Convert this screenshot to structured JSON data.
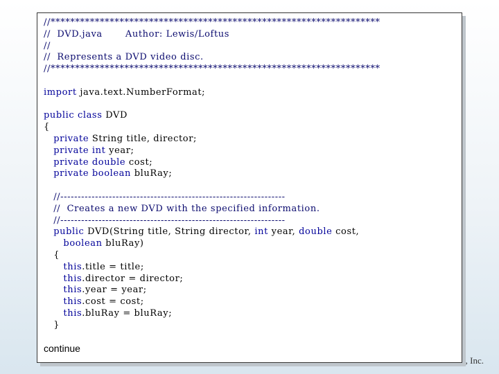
{
  "code_lines": [
    [
      {
        "t": "//*******************************************************************",
        "c": "cm"
      }
    ],
    [
      {
        "t": "//  DVD.java       Author: Lewis/Loftus",
        "c": "cm"
      }
    ],
    [
      {
        "t": "//",
        "c": "cm"
      }
    ],
    [
      {
        "t": "//  Represents a DVD video disc.",
        "c": "cm"
      }
    ],
    [
      {
        "t": "//*******************************************************************",
        "c": "cm"
      }
    ],
    [],
    [
      {
        "t": "import",
        "c": "kw"
      },
      {
        "t": " java.text.NumberFormat;",
        "c": ""
      }
    ],
    [],
    [
      {
        "t": "public class",
        "c": "kw"
      },
      {
        "t": " DVD",
        "c": ""
      }
    ],
    [
      {
        "t": "{",
        "c": ""
      }
    ],
    [
      {
        "t": "   ",
        "c": ""
      },
      {
        "t": "private",
        "c": "kw"
      },
      {
        "t": " String title, director;",
        "c": ""
      }
    ],
    [
      {
        "t": "   ",
        "c": ""
      },
      {
        "t": "private int",
        "c": "kw"
      },
      {
        "t": " year;",
        "c": ""
      }
    ],
    [
      {
        "t": "   ",
        "c": ""
      },
      {
        "t": "private double",
        "c": "kw"
      },
      {
        "t": " cost;",
        "c": ""
      }
    ],
    [
      {
        "t": "   ",
        "c": ""
      },
      {
        "t": "private boolean",
        "c": "kw"
      },
      {
        "t": " bluRay;",
        "c": ""
      }
    ],
    [],
    [
      {
        "t": "   //-----------------------------------------------------------------",
        "c": "cm"
      }
    ],
    [
      {
        "t": "   //  Creates a new DVD with the specified information.",
        "c": "cm"
      }
    ],
    [
      {
        "t": "   //-----------------------------------------------------------------",
        "c": "cm"
      }
    ],
    [
      {
        "t": "   ",
        "c": ""
      },
      {
        "t": "public",
        "c": "kw"
      },
      {
        "t": " DVD(String title, String director, ",
        "c": ""
      },
      {
        "t": "int",
        "c": "kw"
      },
      {
        "t": " year, ",
        "c": ""
      },
      {
        "t": "double",
        "c": "kw"
      },
      {
        "t": " cost,",
        "c": ""
      }
    ],
    [
      {
        "t": "      ",
        "c": ""
      },
      {
        "t": "boolean",
        "c": "kw"
      },
      {
        "t": " bluRay)",
        "c": ""
      }
    ],
    [
      {
        "t": "   {",
        "c": ""
      }
    ],
    [
      {
        "t": "      ",
        "c": ""
      },
      {
        "t": "this",
        "c": "kw"
      },
      {
        "t": ".title = title;",
        "c": ""
      }
    ],
    [
      {
        "t": "      ",
        "c": ""
      },
      {
        "t": "this",
        "c": "kw"
      },
      {
        "t": ".director = director;",
        "c": ""
      }
    ],
    [
      {
        "t": "      ",
        "c": ""
      },
      {
        "t": "this",
        "c": "kw"
      },
      {
        "t": ".year = year;",
        "c": ""
      }
    ],
    [
      {
        "t": "      ",
        "c": ""
      },
      {
        "t": "this",
        "c": "kw"
      },
      {
        "t": ".cost = cost;",
        "c": ""
      }
    ],
    [
      {
        "t": "      ",
        "c": ""
      },
      {
        "t": "this",
        "c": "kw"
      },
      {
        "t": ".bluRay = bluRay;",
        "c": ""
      }
    ],
    [
      {
        "t": "   }",
        "c": ""
      }
    ]
  ],
  "continue_label": "continue",
  "footer_fragment": ", Inc.",
  "colors": {
    "keyword": "#000099",
    "comment": "#0a0a6e",
    "text": "#000000"
  }
}
